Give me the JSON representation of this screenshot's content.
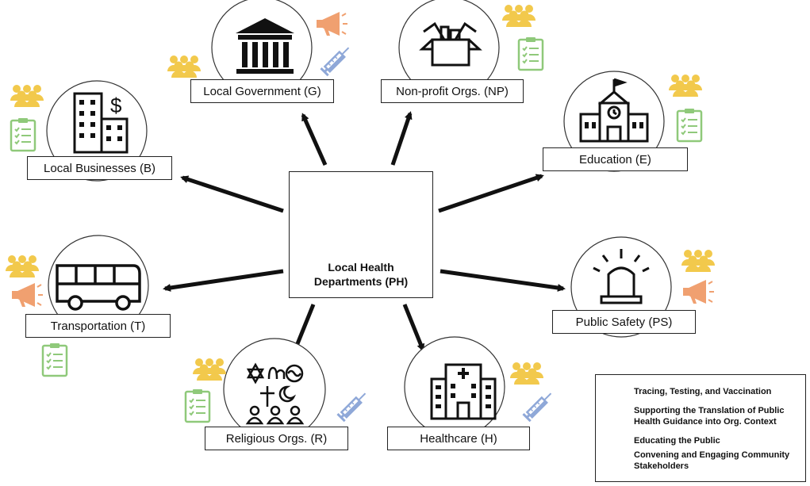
{
  "center": {
    "line1": "Local Health",
    "line2": "Departments (PH)"
  },
  "nodes": {
    "government": "Local Government (G)",
    "nonprofit": "Non-profit Orgs. (NP)",
    "business": "Local Businesses (B)",
    "education": "Education (E)",
    "transportation": "Transportation (T)",
    "safety": "Public Safety (PS)",
    "religious": "Religious Orgs. (R)",
    "healthcare": "Healthcare (H)"
  },
  "legend": {
    "tracing": "Tracing, Testing, and Vaccination",
    "translation_1": "Supporting the Translation of  Public",
    "translation_2": "Health Guidance into Org. Context",
    "educating": "Educating the Public",
    "convening_1": "Convening and Engaging Community",
    "convening_2": "Stakeholders"
  },
  "colors": {
    "people": "#f2c94c",
    "clipboard": "#8fc97a",
    "megaphone": "#f0a070",
    "syringe": "#8fa8d8"
  }
}
